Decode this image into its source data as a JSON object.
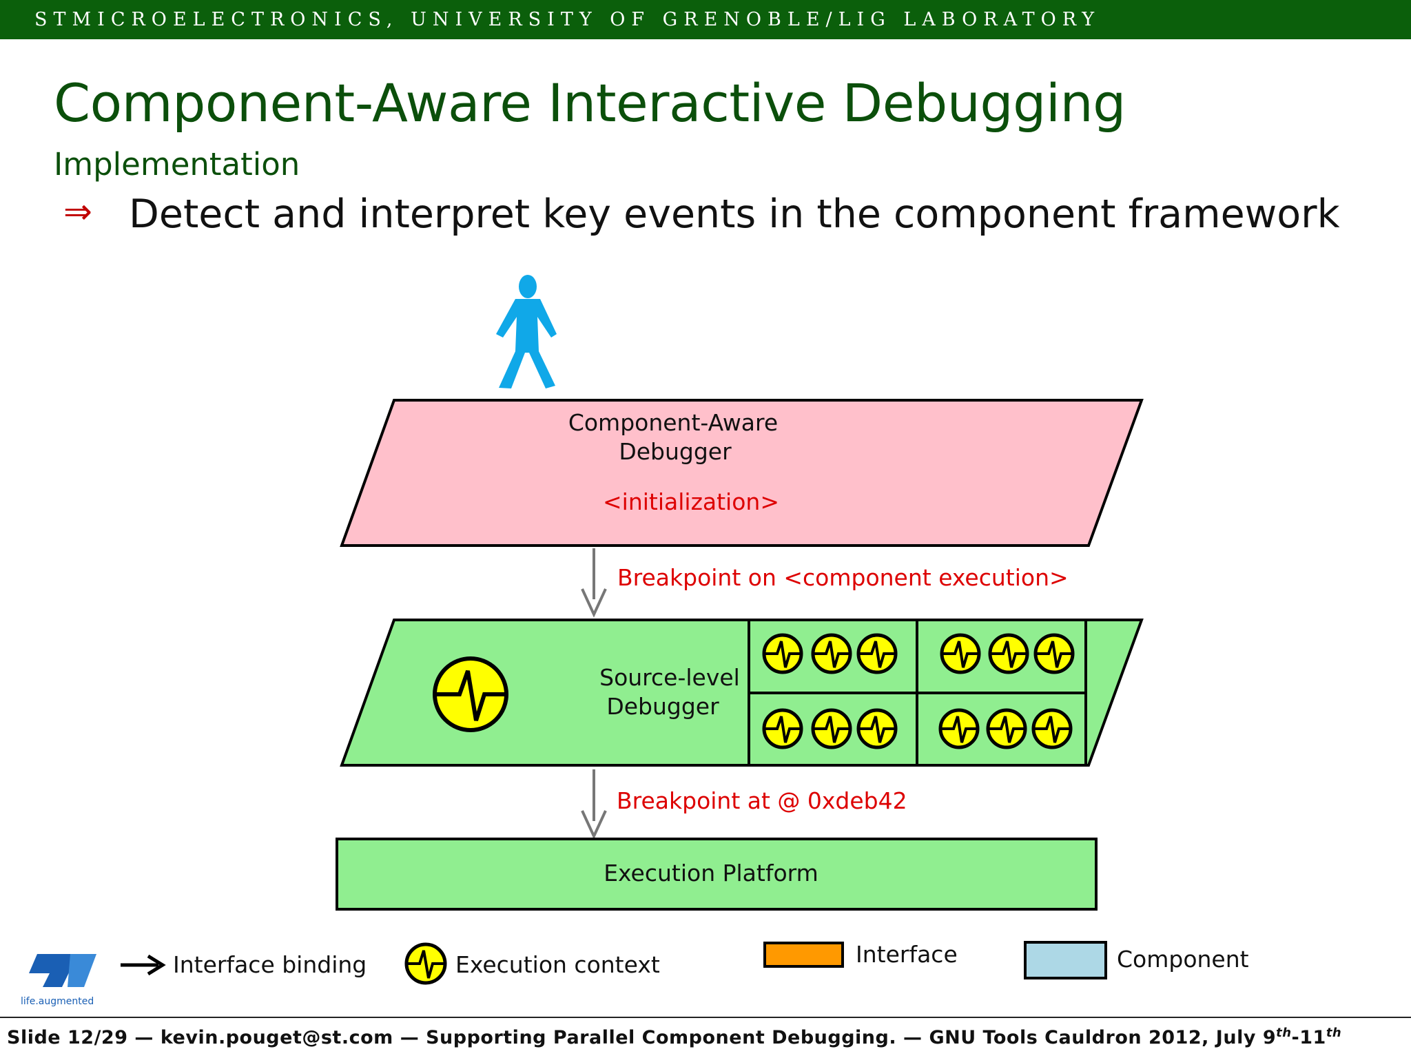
{
  "header": {
    "affiliation": "STMICROELECTRONICS, UNIVERSITY OF GRENOBLE/LIG LABORATORY"
  },
  "slide": {
    "title": "Component-Aware Interactive Debugging",
    "subtitle": "Implementation",
    "bullet_arrow": "⇒",
    "bullet": "Detect and interpret key events in the component framework"
  },
  "diagram": {
    "top_box": {
      "label_line1": "Component-Aware",
      "label_line2": "Debugger",
      "annotation": "<initialization>",
      "color": "#ffc0cb"
    },
    "arrow1_label": "Breakpoint on <component execution>",
    "middle_box": {
      "label_line1": "Source-level",
      "label_line2": "Debugger",
      "color": "#90ee90"
    },
    "arrow2_label": "Breakpoint at @ 0xdeb42",
    "bottom_box": {
      "label": "Execution Platform",
      "color": "#90ee90"
    },
    "annotation_color": "#dd0000",
    "user_icon": "person-icon",
    "user_color": "#10a8e8"
  },
  "legend": {
    "interface_binding": "Interface binding",
    "execution_context": "Execution context",
    "interface": "Interface",
    "component": "Component",
    "interface_color": "#ff9900",
    "component_color": "#add8e6",
    "context_color": "#ffff00"
  },
  "logo": {
    "mark": "ST",
    "tagline": "life.augmented"
  },
  "footer": {
    "slide_label": "Slide 12/29",
    "email": "kevin.pouget@st.com",
    "talk_title": "Supporting Parallel Component Debugging.",
    "event": "GNU Tools Cauldron 2012, July 9",
    "sup1": "th",
    "dash": "-11",
    "sup2": "th",
    "separator": "—"
  }
}
